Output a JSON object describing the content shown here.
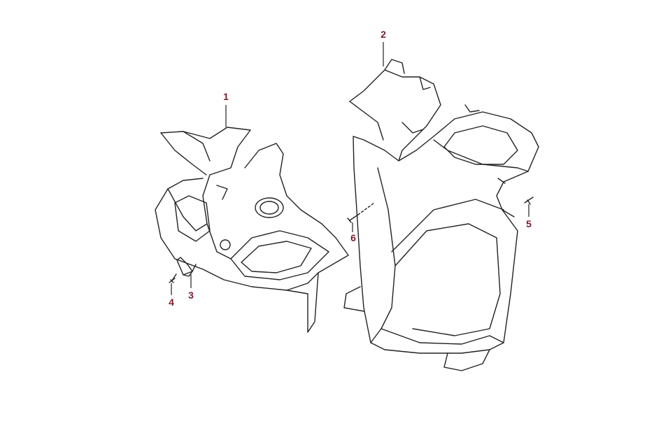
{
  "diagram": {
    "callouts": [
      {
        "id": "1",
        "text": "1"
      },
      {
        "id": "2",
        "text": "2"
      },
      {
        "id": "3",
        "text": "3"
      },
      {
        "id": "4",
        "text": "4"
      },
      {
        "id": "5",
        "text": "5"
      },
      {
        "id": "6",
        "text": "6"
      }
    ],
    "label_color": "#7a1c2c"
  }
}
